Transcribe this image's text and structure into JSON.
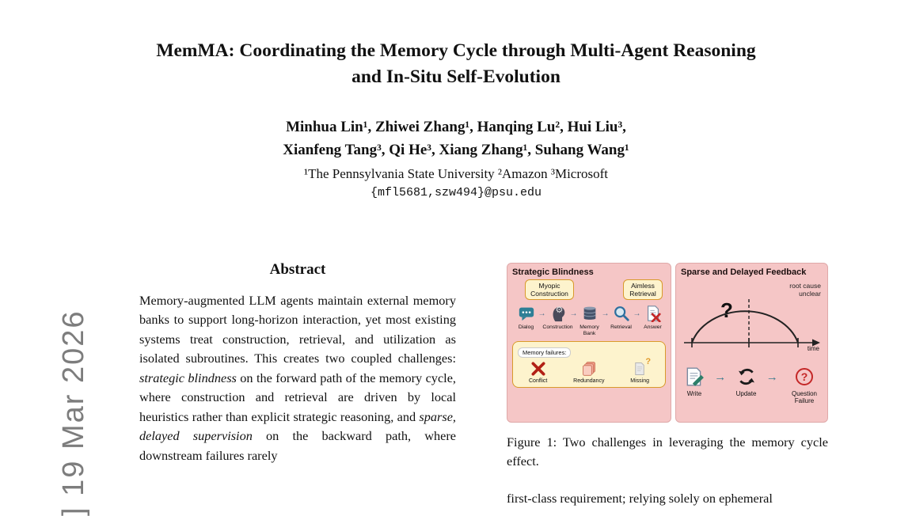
{
  "watermark": {
    "text": "] 19 Mar 2026"
  },
  "header": {
    "title_line1": "MemMA: Coordinating the Memory Cycle through Multi-Agent Reasoning",
    "title_line2": "and In-Situ Self-Evolution",
    "authors_line1": "Minhua Lin¹, Zhiwei Zhang¹, Hanqing Lu², Hui Liu³,",
    "authors_line2": "Xianfeng Tang³, Qi He³, Xiang Zhang¹, Suhang Wang¹",
    "affiliations": "¹The Pennsylvania State University  ²Amazon  ³Microsoft",
    "email": "{mfl5681,szw494}@psu.edu"
  },
  "abstract": {
    "heading": "Abstract",
    "part1": "Memory-augmented LLM agents maintain external memory banks to support long-horizon interaction, yet most existing systems treat construction, retrieval, and utilization as isolated subroutines. This creates two coupled challenges: ",
    "italic1": "strategic blindness",
    "part2": " on the forward path of the memory cycle, where construction and retrieval are driven by local heuristics rather than explicit strategic reasoning, and ",
    "italic2": "sparse, delayed supervision",
    "part3": " on the backward path, where downstream failures rarely"
  },
  "figure": {
    "left": {
      "title": "Strategic Blindness",
      "callout_construction": "Myopic Construction",
      "callout_retrieval": "Aimless Retrieval",
      "flow_labels": [
        "Dialog",
        "Construction",
        "Memory Bank",
        "Retrieval",
        "Answer"
      ],
      "failures_title": "Memory failures:",
      "failure_labels": [
        "Conflict",
        "Redundancy",
        "Missing"
      ]
    },
    "right": {
      "title": "Sparse and Delayed Feedback",
      "note": "root cause unclear",
      "big_question": "?",
      "time_label": "time",
      "step_labels": [
        "Write",
        "Update",
        "Question Failure"
      ]
    },
    "colors": {
      "panel_pink": "#f5c6c6",
      "callout_yellow": "#fdf3cd",
      "callout_border": "#d99a2b",
      "failure_red": "#b22015",
      "arrow_blue": "#52708c"
    }
  },
  "icons": {
    "arrow_right": "→",
    "gear": "⚙",
    "question": "?"
  },
  "caption": "Figure 1: Two challenges in leveraging the memory cycle effect.",
  "body_next": "first-class requirement; relying solely on ephemeral"
}
